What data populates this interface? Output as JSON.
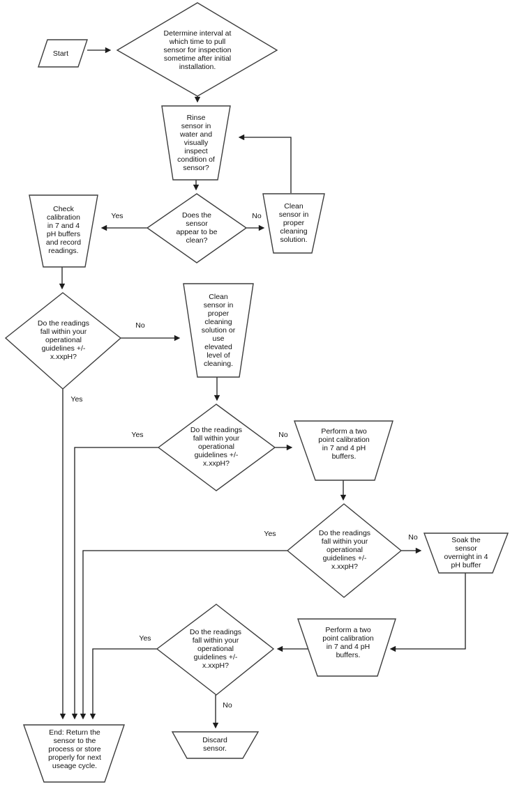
{
  "nodes": {
    "start": "Start",
    "determine_interval": "Determine interval at\nwhich time to pull\nsensor for inspection\nsometime after initial\ninstallation.",
    "rinse_inspect": "Rinse\nsensor in\nwater and\nvisually\ninspect\ncondition of\nsensor?",
    "sensor_clean_q": "Does the\nsensor\nappear to be\nclean?",
    "check_calibration": "Check\ncalibration\nin 7 and 4\npH buffers\nand record\nreadings.",
    "clean_sensor": "Clean\nsensor in\nproper\ncleaning\nsolution.",
    "readings_q1": "Do the readings\nfall within your\noperational\nguidelines +/-\nx.xxpH?",
    "clean_sensor_elevated": "Clean\nsensor in\nproper\ncleaning\nsolution or\nuse\nelevated\nlevel of\ncleaning.",
    "readings_q2": "Do the readings\nfall within your\noperational\nguidelines +/-\nx.xxpH?",
    "two_point_calibration_1": "Perform a two\npoint calibration\nin 7 and 4 pH\nbuffers.",
    "readings_q3": "Do the readings\nfall within your\noperational\nguidelines +/-\nx.xxpH?",
    "soak_overnight": "Soak the\nsensor\novernight in 4\npH buffer",
    "two_point_calibration_2": "Perform a two\npoint calibration\nin 7 and 4 pH\nbuffers.",
    "readings_q4": "Do the readings\nfall within your\noperational\nguidelines +/-\nx.xxpH?",
    "discard_sensor": "Discard\nsensor.",
    "end": "End:  Return the\nsensor to the\nprocess or store\nproperly for next\nuseage cycle."
  },
  "edge_labels": {
    "sensor_clean_yes": "Yes",
    "sensor_clean_no": "No",
    "readings1_no": "No",
    "readings1_yes": "Yes",
    "readings2_yes": "Yes",
    "readings2_no": "No",
    "readings3_yes": "Yes",
    "readings3_no": "No",
    "readings4_yes": "Yes",
    "readings4_no": "No"
  },
  "colors": {
    "background": "#ffffff",
    "shape_fill": "#ffffff",
    "shape_border": "#3d3d3d",
    "line": "#1c1c1c",
    "text": "#111111"
  }
}
